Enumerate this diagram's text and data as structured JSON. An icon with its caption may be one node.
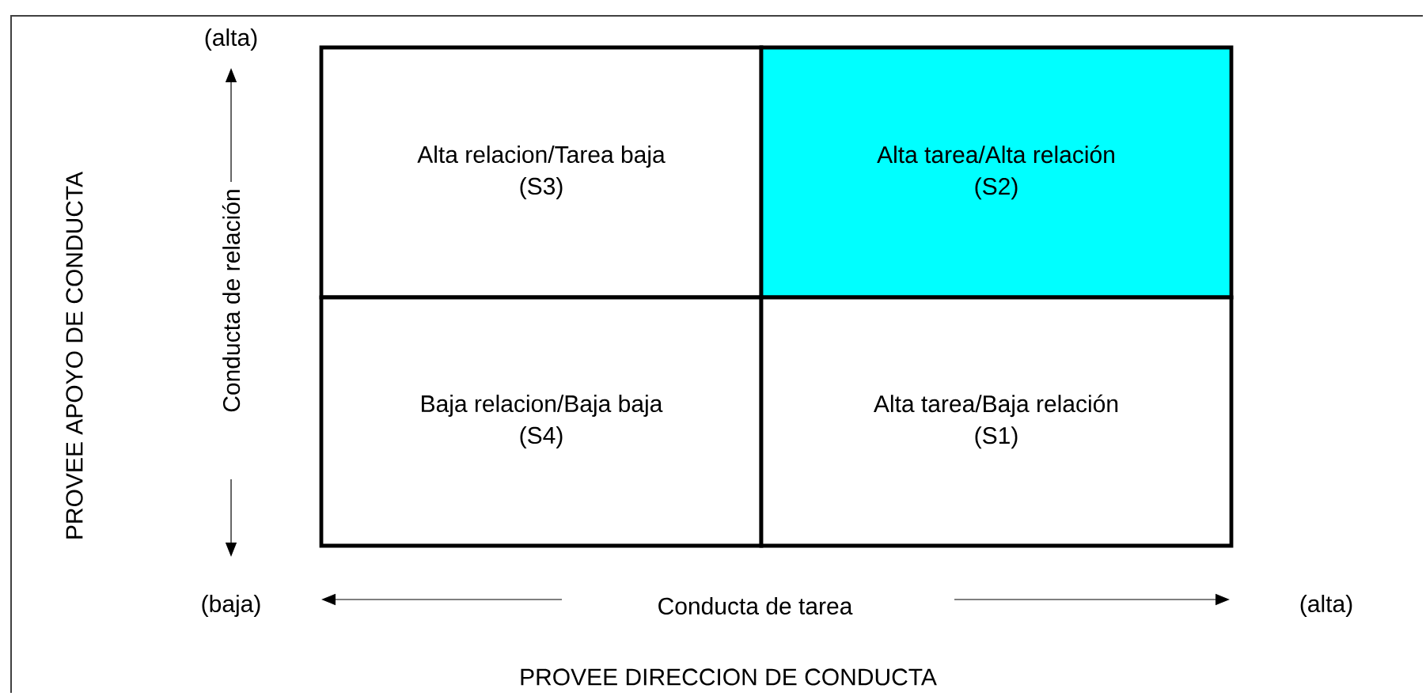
{
  "diagram": {
    "nodes": [
      {
        "text": [
          "Alta relacion/Tarea baja",
          "(S3)"
        ]
      },
      {
        "text": [
          "Alta tarea/Alta relación",
          "(S2)"
        ]
      },
      {
        "text": [
          "Baja relacion/Baja baja",
          "(S4)"
        ]
      },
      {
        "text": [
          "Alta tarea/Baja relación",
          "(S1)"
        ]
      }
    ],
    "labels": [
      "(alta)",
      "PROVEE APOYO DE CONDUCTA",
      "Conducta de relación",
      "(baja)",
      "Conducta de tarea",
      "(alta)",
      "PROVEE DIRECCION DE CONDUCTA"
    ]
  }
}
